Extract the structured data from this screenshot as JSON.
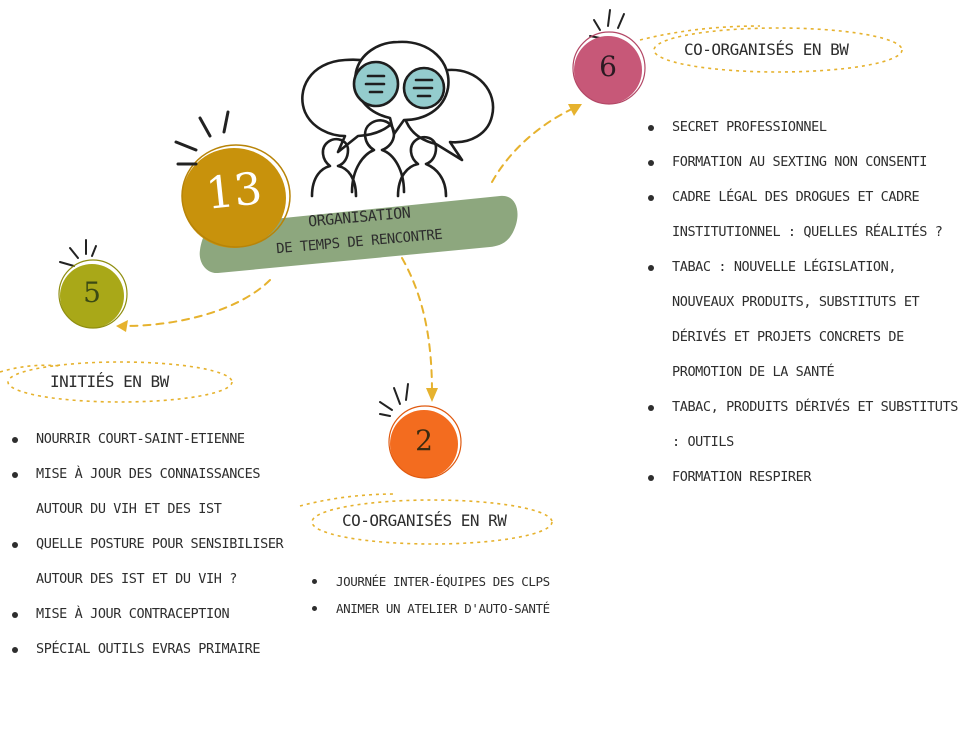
{
  "center": {
    "count": "13",
    "title_line1": "Organisation",
    "title_line2": "de temps de rencontre"
  },
  "nodes": [
    {
      "id": "bw-initiated",
      "count": "5",
      "heading": "Initiés en BW",
      "items": [
        "Nourrir Court-Saint-Etienne",
        "Mise à jour des connaissances autour du VIH et des IST",
        "Quelle posture pour sensibiliser autour des IST et du VIH ?",
        "Mise à jour contraception",
        "Spécial outils EVRAS primaire"
      ]
    },
    {
      "id": "rw-coorganised",
      "count": "2",
      "heading": "Co-organisés en RW",
      "items": [
        "Journée inter-équipes des CLPS",
        "Animer un atelier d'auto-santé"
      ]
    },
    {
      "id": "bw-coorganised",
      "count": "6",
      "heading": "Co-organisés en BW",
      "items": [
        "Secret professionnel",
        "Formation au sexting non consenti",
        "Cadre légal des drogues et cadre institutionnel : quelles réalités ?",
        "Tabac : nouvelle législation, nouveaux produits, substituts et dérivés et projets concrets de promotion de la santé",
        "Tabac, produits dérivés et substituts : outils",
        "Formation Respirer"
      ]
    }
  ],
  "colors": {
    "center_circle": "#c8920c",
    "banner": "#8da77e",
    "node_5": "#a9a818",
    "node_2": "#f36c1f",
    "node_6": "#c75878",
    "arrow": "#e6b22e",
    "bubble_fill": "#94cccd"
  }
}
